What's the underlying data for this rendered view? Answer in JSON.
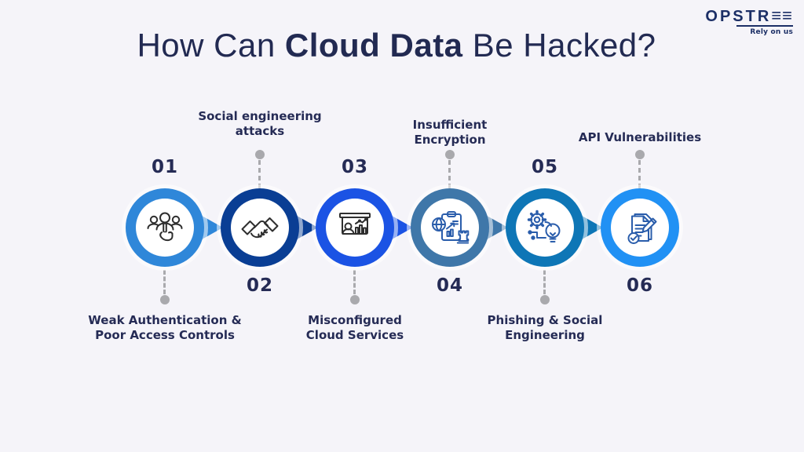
{
  "logo": {
    "name": "OPSTREE",
    "wordmark_prefix": "OPSTR",
    "wordmark_ee": "≡≡",
    "tagline": "Rely on us"
  },
  "title": {
    "prefix": "How Can ",
    "highlight": "Cloud Data",
    "suffix": " Be Hacked?"
  },
  "colors": {
    "background": "#f5f4f9",
    "title_text": "#222a52",
    "label_text": "#252b55",
    "number_text": "#252b55",
    "connector_gray": "#a9a9ad",
    "logo_navy": "#1c2f66",
    "dark_icon_stroke": "#2e2e2e",
    "blue_icon_stroke": "#2a5dab"
  },
  "steps": [
    {
      "number": "01",
      "label": "Weak Authentication & Poor Access Controls",
      "label_position": "below",
      "icon": "users-authentication-icon",
      "ring_color": "#2f87d9",
      "icon_color": "#2e2e2e"
    },
    {
      "number": "02",
      "label": "Social engineering attacks",
      "label_position": "above",
      "icon": "handshake-icon",
      "ring_color": "#0a3e94",
      "icon_color": "#2e2e2e"
    },
    {
      "number": "03",
      "label": "Misconfigured Cloud Services",
      "label_position": "below",
      "icon": "presentation-chart-icon",
      "ring_color": "#1b53e4",
      "icon_color": "#2e2e2e"
    },
    {
      "number": "04",
      "label": "Insufficient Encryption",
      "label_position": "above",
      "icon": "globe-clipboard-strategy-icon",
      "ring_color": "#3f77a9",
      "icon_color": "#2a5dab"
    },
    {
      "number": "05",
      "label": "Phishing & Social Engineering",
      "label_position": "below",
      "icon": "gear-lightbulb-icon",
      "ring_color": "#0e76b6",
      "icon_color": "#2a5dab"
    },
    {
      "number": "06",
      "label": "API Vulnerabilities",
      "label_position": "above",
      "icon": "document-check-icon",
      "ring_color": "#2191f4",
      "icon_color": "#2a5dab"
    }
  ]
}
